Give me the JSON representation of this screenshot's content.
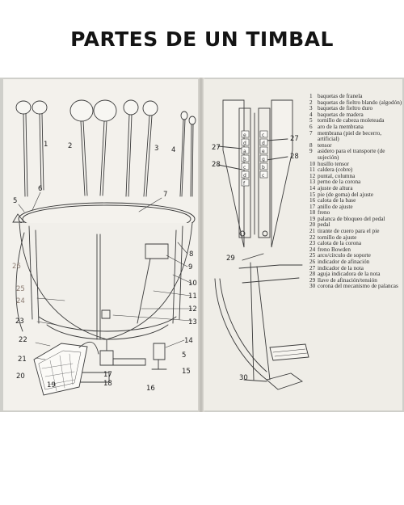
{
  "title": "PARTES DE UN TIMBAL",
  "left_callouts": [
    "1",
    "2",
    "3",
    "4",
    "5",
    "6",
    "7",
    "8",
    "9",
    "10",
    "11",
    "12",
    "13",
    "14",
    "5",
    "15",
    "16",
    "17",
    "18",
    "19",
    "20",
    "21",
    "22",
    "23",
    "24",
    "25",
    "26"
  ],
  "right_callouts": [
    "27",
    "27",
    "28",
    "28",
    "29",
    "30"
  ],
  "gauge_letters": [
    "e",
    "d",
    "a",
    "b",
    "c",
    "d",
    "f",
    "c",
    "d",
    "e",
    "g",
    "b",
    "c"
  ],
  "legend": [
    {
      "n": "1",
      "t": "baquetas de franela"
    },
    {
      "n": "2",
      "t": "baquetas de fieltro blando (algodón)"
    },
    {
      "n": "3",
      "t": "baquetas de fieltro duro"
    },
    {
      "n": "4",
      "t": "baquetas de madera"
    },
    {
      "n": "5",
      "t": "tornillo de cabeza moleteada"
    },
    {
      "n": "6",
      "t": "aro de la membrana"
    },
    {
      "n": "7",
      "t": "membrana (piel de becerro, artificial)"
    },
    {
      "n": "8",
      "t": "tensor"
    },
    {
      "n": "9",
      "t": "asidero para el transporte (de sujeción)"
    },
    {
      "n": "10",
      "t": "husillo tensor"
    },
    {
      "n": "11",
      "t": "caldera (cobre)"
    },
    {
      "n": "12",
      "t": "puntal, columna"
    },
    {
      "n": "13",
      "t": "perno de la corona"
    },
    {
      "n": "14",
      "t": "ajuste de altura"
    },
    {
      "n": "15",
      "t": "pie (de goma) del ajuste"
    },
    {
      "n": "16",
      "t": "calota de la base"
    },
    {
      "n": "17",
      "t": "anillo de ajuste"
    },
    {
      "n": "18",
      "t": "freno"
    },
    {
      "n": "19",
      "t": "palanca de bloqueo del pedal"
    },
    {
      "n": "20",
      "t": "pedal"
    },
    {
      "n": "21",
      "t": "tirante de cuero para el pie"
    },
    {
      "n": "22",
      "t": "tornillo de ajuste"
    },
    {
      "n": "23",
      "t": "calota de la corona"
    },
    {
      "n": "24",
      "t": "freno Bowden"
    },
    {
      "n": "25",
      "t": "arco/círculo de soporte"
    },
    {
      "n": "26",
      "t": "indicador de afinación"
    },
    {
      "n": "27",
      "t": "indicador de la nota"
    },
    {
      "n": "28",
      "t": "aguja indicadora de la nota"
    },
    {
      "n": "29",
      "t": "llave de afinación/tensión"
    },
    {
      "n": "30",
      "t": "corona del mecanismo de palancas"
    }
  ]
}
